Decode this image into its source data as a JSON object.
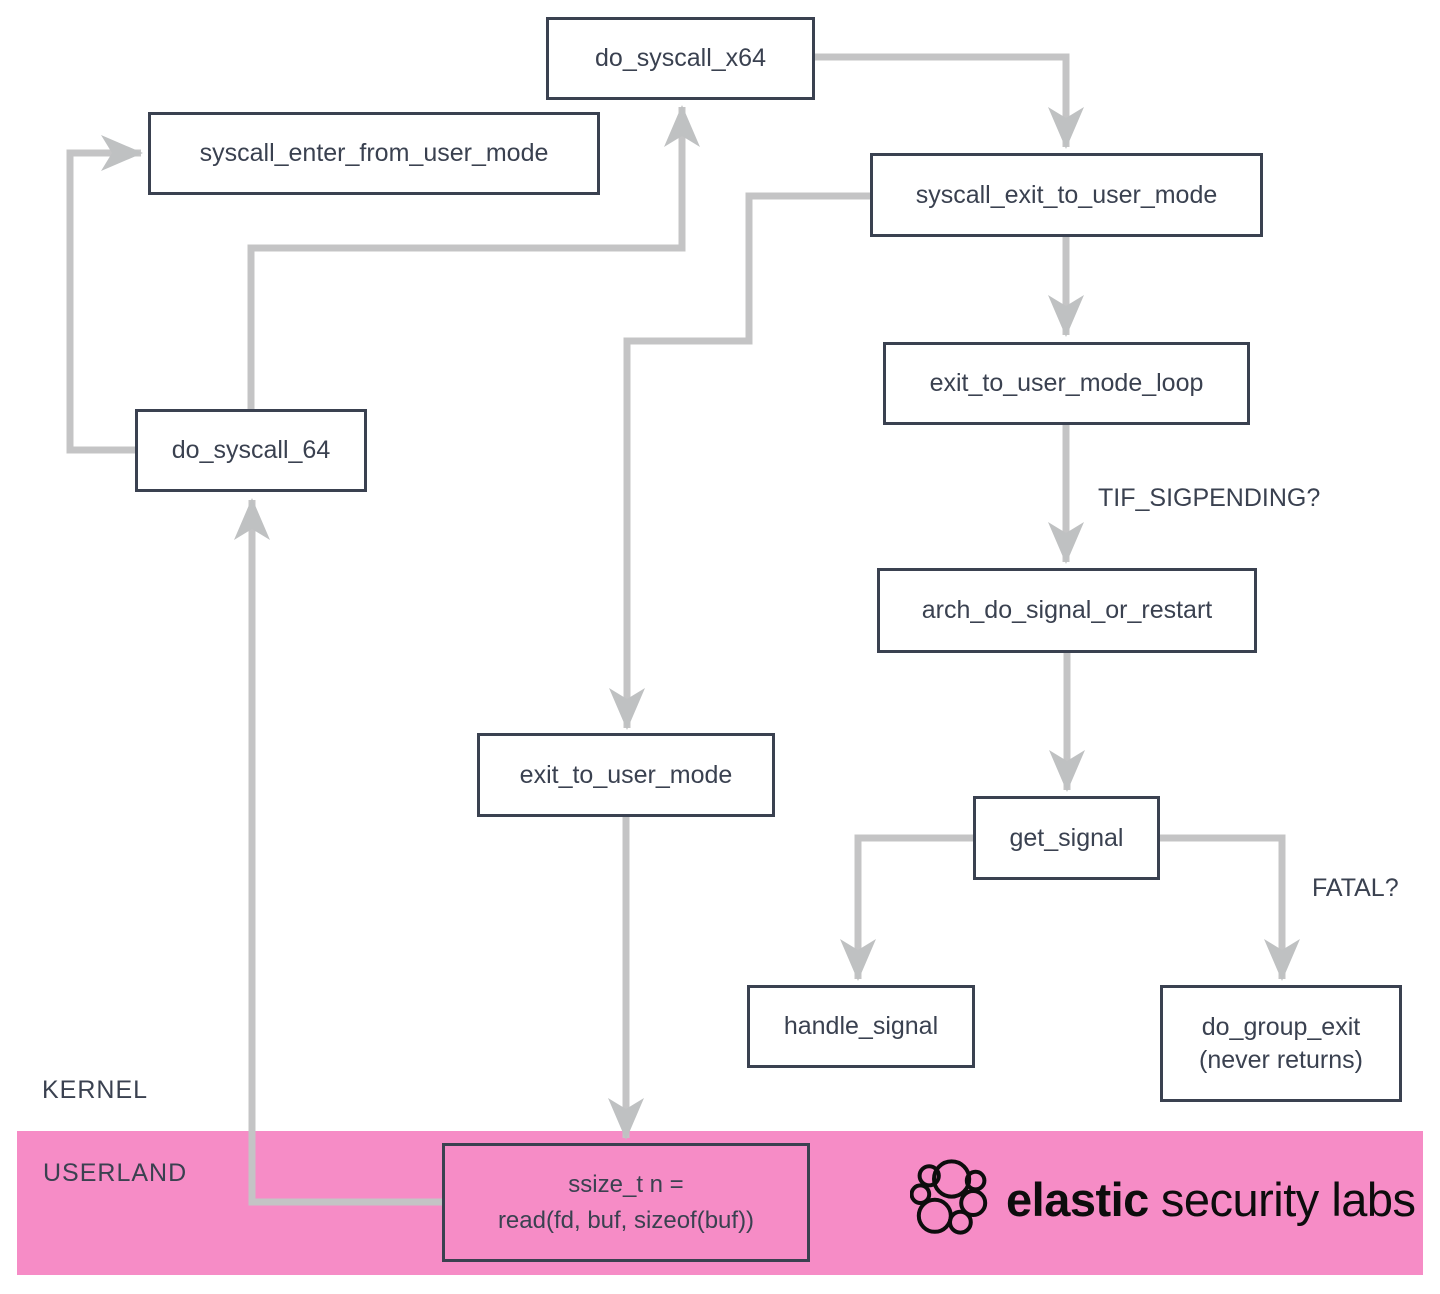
{
  "diagram": {
    "nodes": {
      "do_syscall_x64": {
        "label": "do_syscall_x64"
      },
      "syscall_enter_from_user_mode": {
        "label": "syscall_enter_from_user_mode"
      },
      "syscall_exit_to_user_mode": {
        "label": "syscall_exit_to_user_mode"
      },
      "exit_to_user_mode_loop": {
        "label": "exit_to_user_mode_loop"
      },
      "arch_do_signal_or_restart": {
        "label": "arch_do_signal_or_restart"
      },
      "get_signal": {
        "label": "get_signal"
      },
      "handle_signal": {
        "label": "handle_signal"
      },
      "do_group_exit": {
        "line1": "do_group_exit",
        "line2": "(never returns)"
      },
      "do_syscall_64": {
        "label": "do_syscall_64"
      },
      "exit_to_user_mode": {
        "label": "exit_to_user_mode"
      },
      "read_call": {
        "line1": "ssize_t n =",
        "line2": "read(fd, buf, sizeof(buf))"
      }
    },
    "edge_labels": {
      "tif_sigpending": "TIF_SIGPENDING?",
      "fatal": "FATAL?"
    },
    "regions": {
      "kernel": "KERNEL",
      "userland": "USERLAND"
    }
  },
  "brand": {
    "icon": "elastic-logo-icon",
    "name_bold": "elastic",
    "name_light": "security labs"
  },
  "colors": {
    "node_border": "#3a4150",
    "node_text": "#3a4150",
    "arrow_gray": "#c2c2c3",
    "userland_pink": "#f68cc6",
    "background": "#ffffff",
    "logo_black": "#0d0d0d"
  }
}
